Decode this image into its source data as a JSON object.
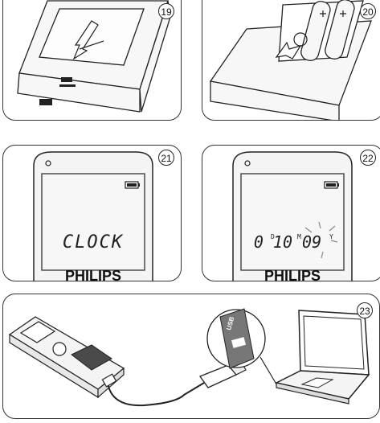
{
  "steps": [
    {
      "number": "19"
    },
    {
      "number": "20"
    },
    {
      "number": "21",
      "display": "CLOCK"
    },
    {
      "number": "22",
      "display_digits": "0 10 09",
      "day_marker": "D",
      "month_marker": "M",
      "year_marker": "Y"
    },
    {
      "number": "23"
    }
  ],
  "brand": "PHILIPS",
  "usb_label": "USB",
  "colors": {
    "line": "#222222",
    "device_body": "#f4f4f4",
    "lcd": "#f7f7f7",
    "speaker_grille": "#4a4a4a"
  },
  "icons": [
    "battery-icon",
    "usb-symbol-icon",
    "arrow-icon",
    "laptop-icon",
    "usb-cable-icon"
  ]
}
